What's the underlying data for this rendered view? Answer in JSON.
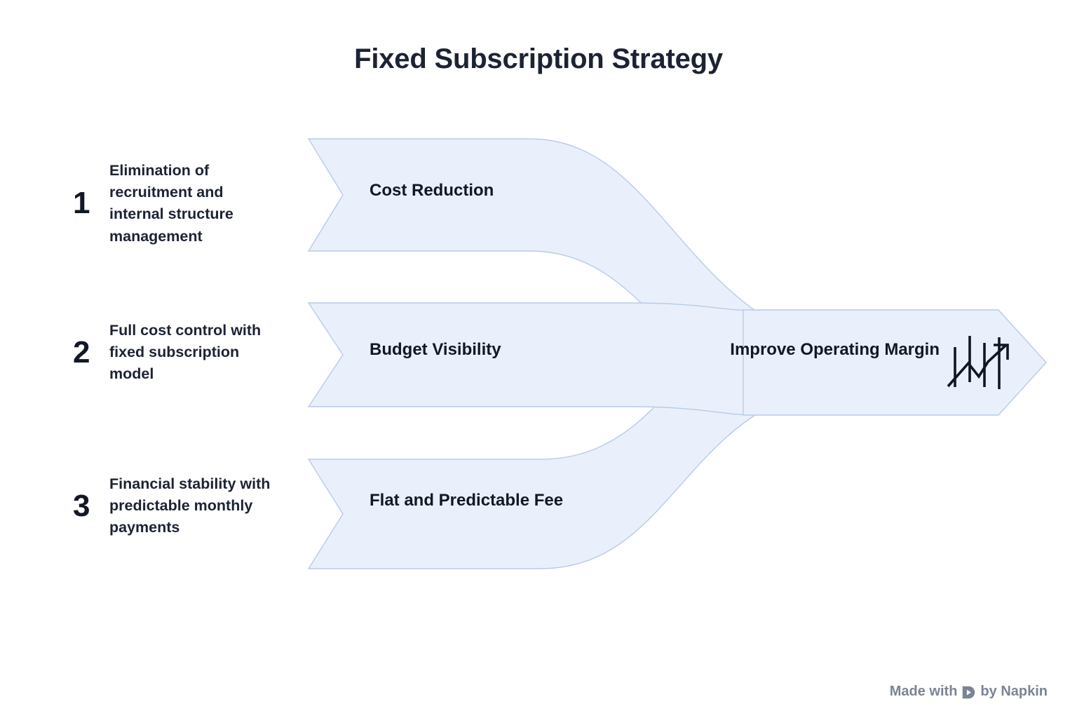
{
  "page": {
    "title": "Fixed Subscription Strategy",
    "background_color": "#ffffff",
    "text_color": "#1c2333",
    "flow_fill_color": "#e9f0fb",
    "flow_stroke_color": "#b9cbe6"
  },
  "steps": [
    {
      "number": "1",
      "text": "Elimination of recruitment and internal structure management"
    },
    {
      "number": "2",
      "text": "Full cost control with fixed subscription model"
    },
    {
      "number": "3",
      "text": "Financial stability with predictable monthly payments"
    }
  ],
  "flows": [
    {
      "label": "Cost Reduction"
    },
    {
      "label": "Budget Visibility"
    },
    {
      "label": "Flat and Predictable Fee"
    }
  ],
  "outcome": {
    "label": "Improve Operating Margin",
    "icon": "growth-chart-icon"
  },
  "footer": {
    "prefix": "Made with",
    "suffix": "by Napkin",
    "logo": "napkin-logo-icon"
  }
}
